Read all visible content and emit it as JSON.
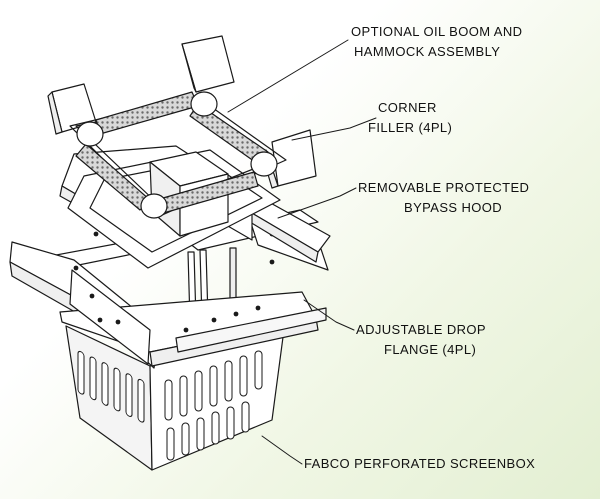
{
  "callouts": {
    "oil_boom": {
      "line1": "OPTIONAL OIL BOOM AND",
      "line2": "HAMMOCK ASSEMBLY"
    },
    "corner_filler": {
      "line1": "CORNER",
      "line2": "FILLER (4PL)"
    },
    "bypass_hood": {
      "line1": "REMOVABLE PROTECTED",
      "line2": "BYPASS HOOD"
    },
    "drop_flange": {
      "line1": "ADJUSTABLE DROP",
      "line2": "FLANGE (4PL)"
    },
    "screenbox": {
      "line1": "FABCO PERFORATED SCREENBOX"
    }
  },
  "colors": {
    "background_accent": "#e3efd2",
    "line": "#1a1a1a",
    "metal": "#ffffff",
    "boom": "#cfcfcf"
  }
}
